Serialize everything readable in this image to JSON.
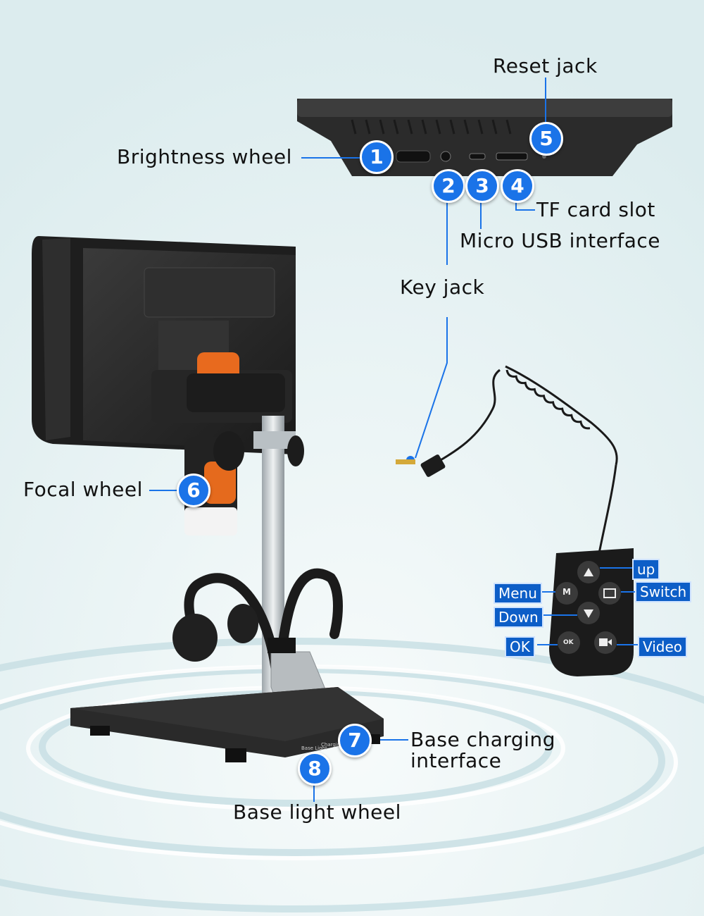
{
  "labels": {
    "reset_jack": "Reset jack",
    "brightness_wheel": "Brightness wheel",
    "tf_card_slot": "TF card slot",
    "micro_usb": "Micro USB interface",
    "key_jack": "Key jack",
    "focal_wheel": "Focal wheel",
    "base_charging_1": "Base charging",
    "base_charging_2": "interface",
    "base_light_wheel": "Base light wheel"
  },
  "badges": [
    "1",
    "2",
    "3",
    "4",
    "5",
    "6",
    "7",
    "8"
  ],
  "remote": {
    "up": "up",
    "menu": "Menu",
    "switch": "Switch",
    "down": "Down",
    "ok": "OK",
    "video": "Video",
    "btn_menu_glyph": "M",
    "btn_ok_glyph": "OK"
  },
  "base_markings": {
    "base_light": "Base Light",
    "charging": "Charging"
  },
  "colors": {
    "accent": "#1a73e8",
    "tag_bg": "#0d5ec7",
    "background": "#e4f1f3"
  }
}
